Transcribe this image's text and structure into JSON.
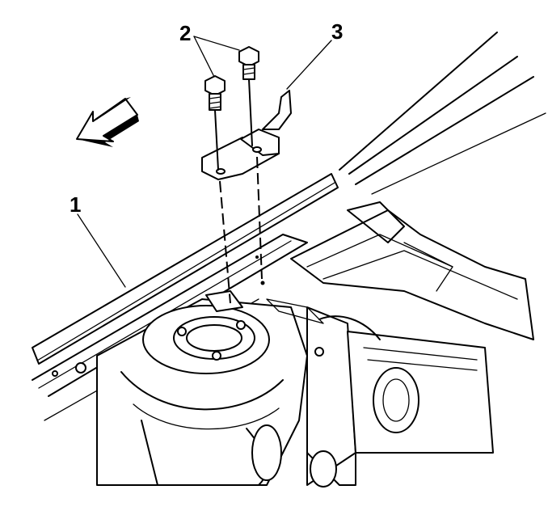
{
  "callouts": {
    "one": "1",
    "two": "2",
    "three": "3"
  },
  "parts": {
    "hood-panel": "1",
    "bolts": "2",
    "bracket": "3"
  },
  "icons": [
    "direction-arrow-icon"
  ]
}
